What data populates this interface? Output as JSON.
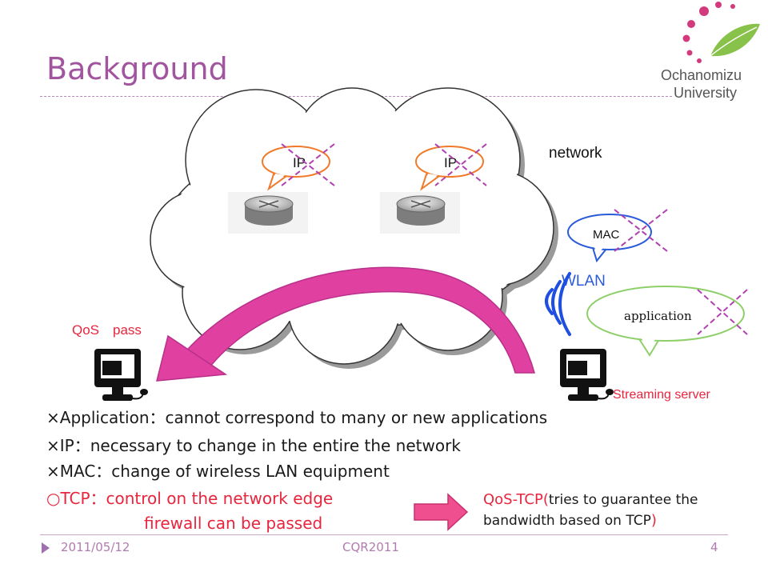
{
  "slide": {
    "title": "Background",
    "colors": {
      "title": "#a1559f",
      "accent_red": "#e8253d",
      "arrow_pink": "#e040a0",
      "bubble_orange": "#f07a2a",
      "bubble_blue": "#2a5bd8",
      "bubble_green": "#8fcf6a",
      "cross": "#b040b0"
    }
  },
  "logo": {
    "line1": "Ochanomizu",
    "line2": "University"
  },
  "diagram": {
    "network_label": "network",
    "ip_label_1": "IP",
    "ip_label_2": "IP",
    "mac_label": "MAC",
    "wlan_label": "WLAN",
    "application_label": "application",
    "qos_pass_label": "QoS　pass",
    "streaming_label": "Streaming server",
    "icons": [
      "router-icon",
      "router-icon",
      "client-computer-icon",
      "server-computer-icon",
      "wireless-signal-icon"
    ]
  },
  "bullets": [
    "×Application：cannot correspond to many or new  applications",
    "×IP：necessary to change in the entire the network",
    "×MAC：change of wireless LAN equipment",
    "○TCP：control on the network edge",
    "firewall can be passed"
  ],
  "qos_tcp": {
    "head": "QoS-TCP(",
    "body": "tries to guarantee the bandwidth  based on TCP",
    "tail": ")"
  },
  "footer": {
    "date": "2011/05/12",
    "conference": "CQR2011",
    "page": "4"
  }
}
